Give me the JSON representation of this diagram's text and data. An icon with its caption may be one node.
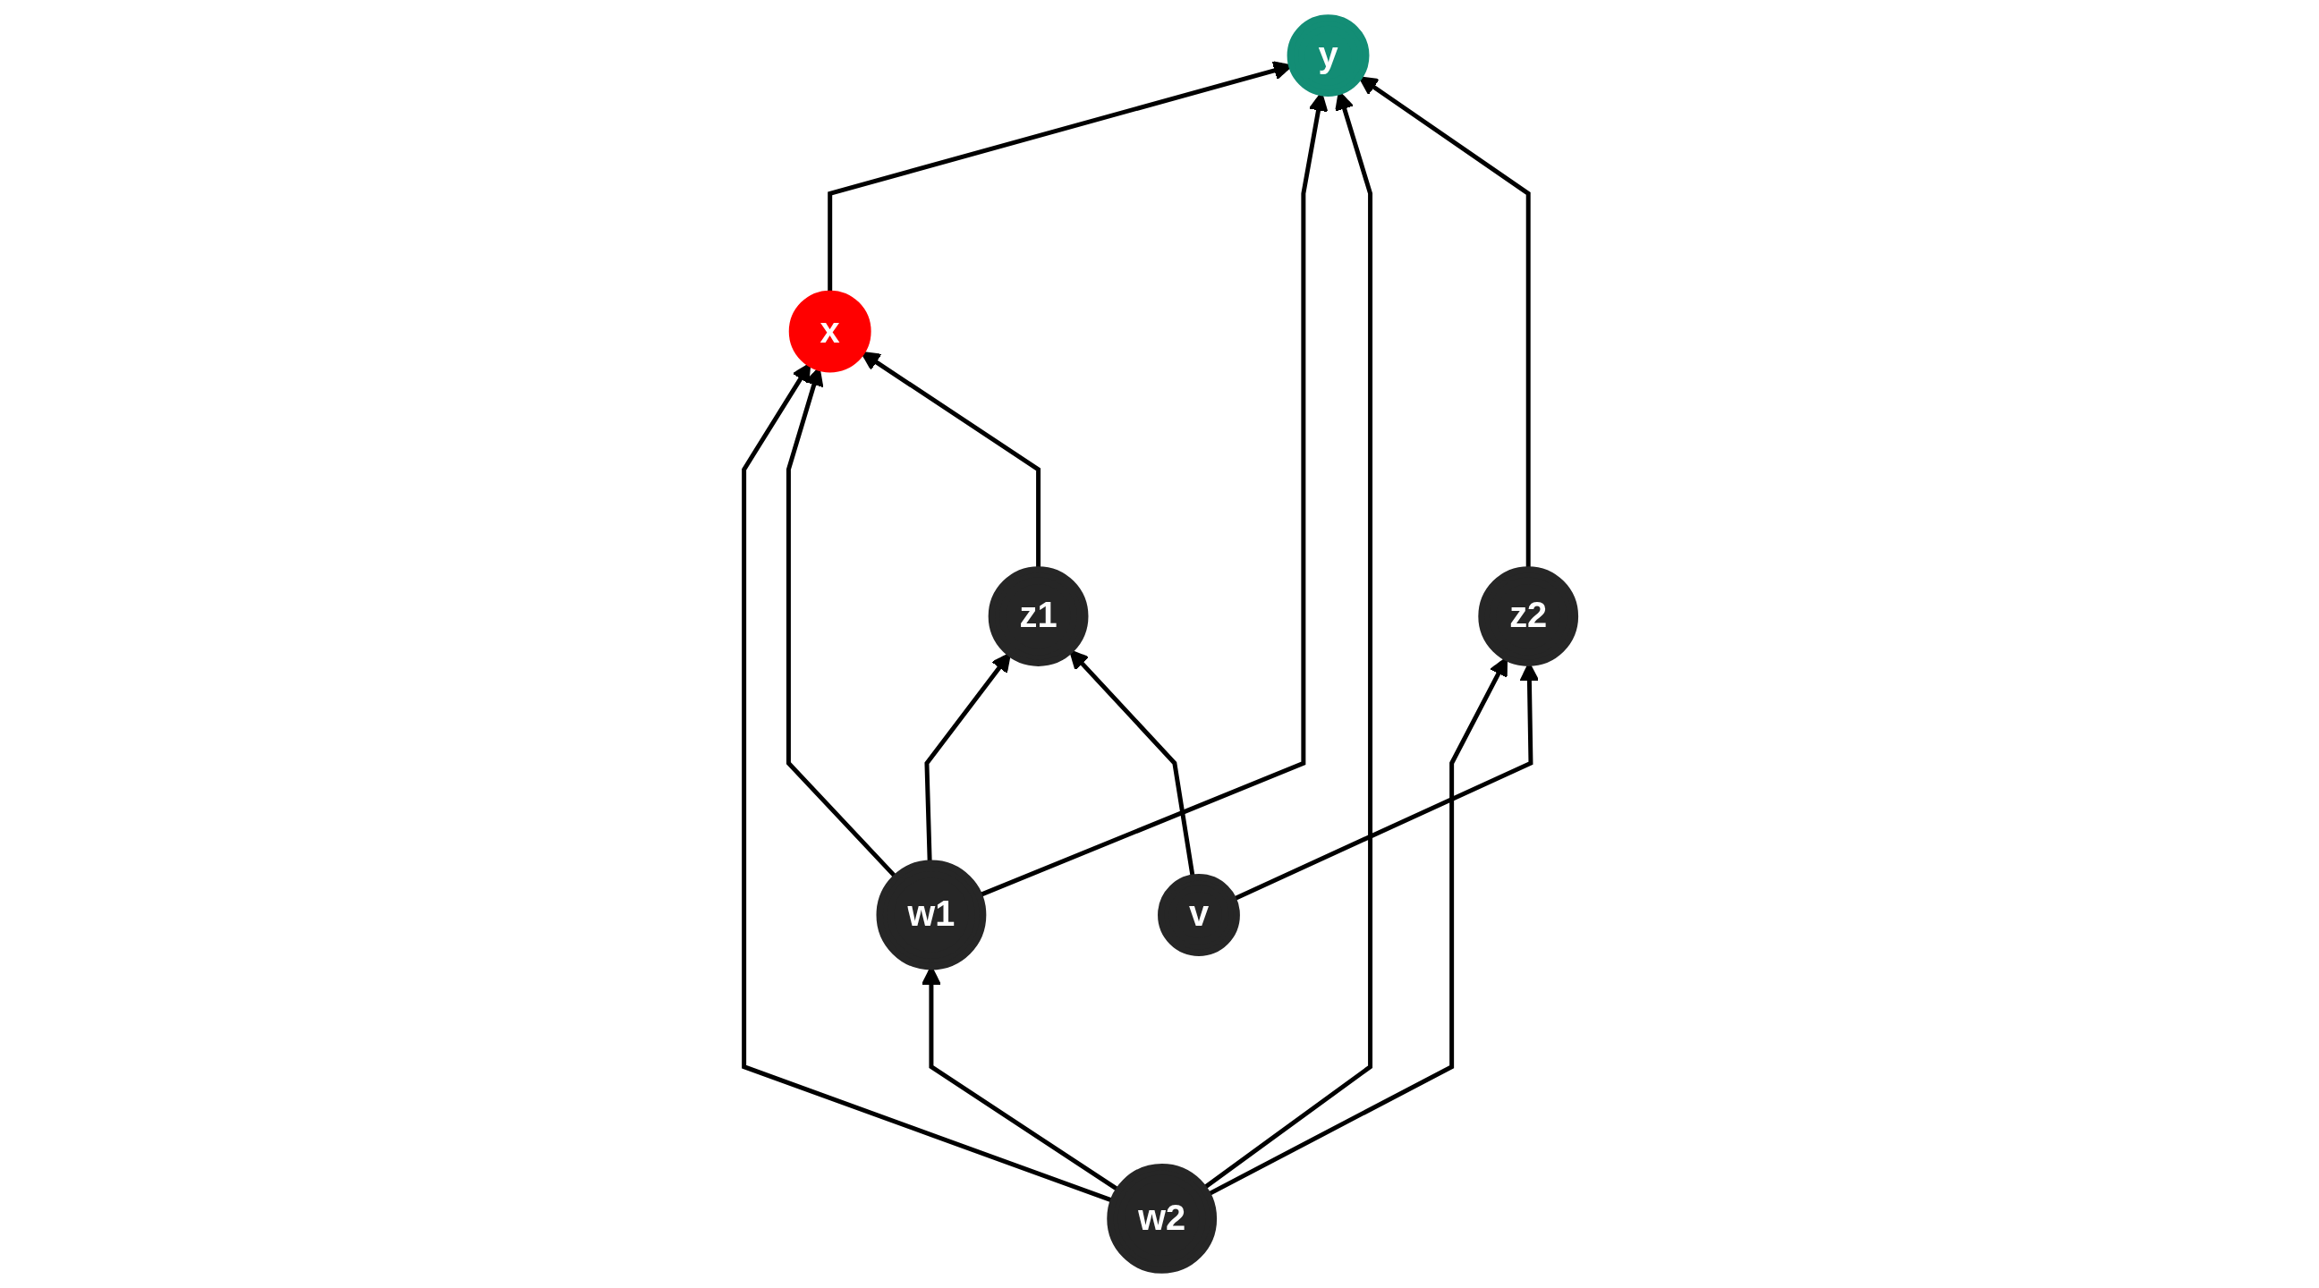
{
  "diagram": {
    "nodes": [
      {
        "text": [
          "x"
        ]
      },
      {
        "text": [
          "y"
        ]
      },
      {
        "text": [
          "w1"
        ]
      },
      {
        "text": [
          "w2"
        ]
      },
      {
        "text": [
          "z1"
        ]
      },
      {
        "text": [
          "z2"
        ]
      },
      {
        "text": [
          "v"
        ]
      }
    ],
    "edges": [
      {
        "from": 0,
        "to": 1,
        "arrow": "to"
      },
      {
        "from": 3,
        "to": 0,
        "arrow": "to"
      },
      {
        "from": 2,
        "to": 0,
        "arrow": "to"
      },
      {
        "from": 4,
        "to": 0,
        "arrow": "to"
      },
      {
        "from": 2,
        "to": 1,
        "arrow": "to"
      },
      {
        "from": 3,
        "to": 1,
        "arrow": "to"
      },
      {
        "from": 5,
        "to": 1,
        "arrow": "to"
      },
      {
        "from": 3,
        "to": 2,
        "arrow": "to"
      },
      {
        "from": 2,
        "to": 4,
        "arrow": "to"
      },
      {
        "from": 3,
        "to": 5,
        "arrow": "to"
      },
      {
        "from": 6,
        "to": 5,
        "arrow": "to"
      },
      {
        "from": 6,
        "to": 4,
        "arrow": "to"
      }
    ]
  }
}
